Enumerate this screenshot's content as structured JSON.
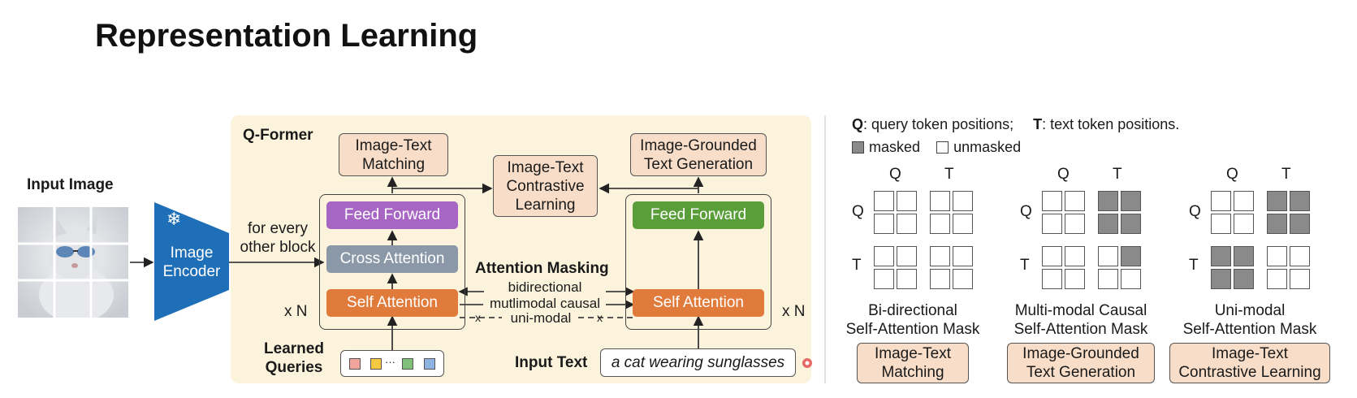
{
  "title": "Representation Learning",
  "left": {
    "input_image_label": "Input Image",
    "image_encoder_label": "Image Encoder",
    "for_every_other_block": "for every other block",
    "qformer_label": "Q-Former",
    "xn_left": "x N",
    "xn_right": "x N",
    "learned_queries": "Learned Queries",
    "input_text_label": "Input Text",
    "input_text_value": "a cat wearing sunglasses",
    "outputs": {
      "itm": "Image-Text Matching",
      "itc": "Image-Text Contrastive Learning",
      "itg": "Image-Grounded Text Generation"
    },
    "blocks": {
      "feed_forward_left": "Feed Forward",
      "cross_attention": "Cross Attention",
      "self_attention_left": "Self Attention",
      "feed_forward_right": "Feed Forward",
      "self_attention_right": "Self Attention"
    },
    "attention_masking": {
      "title": "Attention Masking",
      "items": [
        "bidirectional",
        "mutlimodal causal",
        "uni-modal"
      ]
    },
    "colors": {
      "feed_forward_left": "#a766c4",
      "cross_attention": "#8a98a8",
      "self_attention": "#e07b3c",
      "feed_forward_right": "#5a9e3a",
      "image_encoder": "#1f6fb8",
      "query_tokens": [
        "#f0a59a",
        "#f5c842",
        "#7fc07a",
        "#8fb3e0"
      ]
    }
  },
  "right": {
    "legend": {
      "q_key": "Q",
      "q_text": ": query token positions;",
      "t_key": "T",
      "t_text": ": text token positions.",
      "masked": "masked",
      "unmasked": "unmasked"
    },
    "masks": [
      {
        "col_q": "Q",
        "col_t": "T",
        "row_q": "Q",
        "row_t": "T",
        "caption": [
          "Bi-directional",
          "Self-Attention Mask"
        ],
        "task": "Image-Text Matching",
        "cells": {
          "QQ": [
            0,
            0,
            0,
            0
          ],
          "QT": [
            0,
            0,
            0,
            0
          ],
          "TQ": [
            0,
            0,
            0,
            0
          ],
          "TT": [
            0,
            0,
            0,
            0
          ]
        }
      },
      {
        "col_q": "Q",
        "col_t": "T",
        "row_q": "Q",
        "row_t": "T",
        "caption": [
          "Multi-modal Causal",
          "Self-Attention Mask"
        ],
        "task": "Image-Grounded Text Generation",
        "cells": {
          "QQ": [
            0,
            0,
            0,
            0
          ],
          "QT": [
            1,
            1,
            1,
            1
          ],
          "TQ": [
            0,
            0,
            0,
            0
          ],
          "TT": [
            0,
            1,
            0,
            0
          ]
        }
      },
      {
        "col_q": "Q",
        "col_t": "T",
        "row_q": "Q",
        "row_t": "T",
        "caption": [
          "Uni-modal",
          "Self-Attention Mask"
        ],
        "task": "Image-Text Contrastive Learning",
        "cells": {
          "QQ": [
            0,
            0,
            0,
            0
          ],
          "QT": [
            1,
            1,
            1,
            1
          ],
          "TQ": [
            1,
            1,
            1,
            1
          ],
          "TT": [
            0,
            0,
            0,
            0
          ]
        }
      }
    ]
  }
}
